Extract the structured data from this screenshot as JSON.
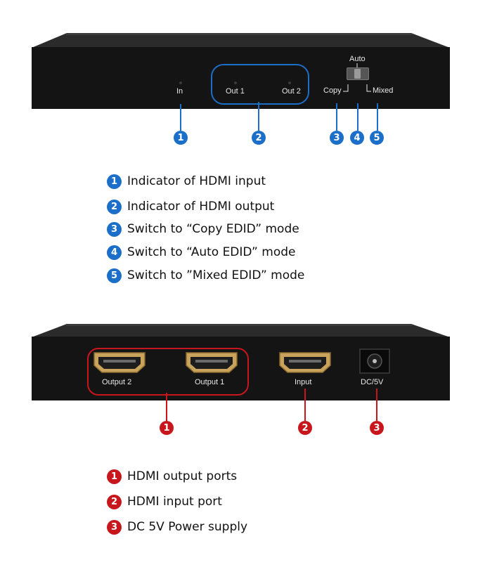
{
  "front_panel": {
    "labels": {
      "in": "In",
      "out1": "Out 1",
      "out2": "Out 2",
      "auto": "Auto",
      "copy": "Copy",
      "mixed": "Mixed"
    },
    "callouts": [
      "1",
      "2",
      "3",
      "4",
      "5"
    ]
  },
  "front_legend": [
    {
      "num": "1",
      "text": "Indicator of HDMI input"
    },
    {
      "num": "2",
      "text": "Indicator of HDMI output"
    },
    {
      "num": "3",
      "text": "Switch to  “Copy EDID”  mode"
    },
    {
      "num": "4",
      "text": "Switch to  “Auto EDID”  mode"
    },
    {
      "num": "5",
      "text": "Switch to  ”Mixed EDID”  mode"
    }
  ],
  "rear_panel": {
    "labels": {
      "output2": "Output 2",
      "output1": "Output 1",
      "input": "Input",
      "dc": "DC/5V"
    },
    "callouts": [
      "1",
      "2",
      "3"
    ]
  },
  "rear_legend": [
    {
      "num": "1",
      "text": "HDMI output ports"
    },
    {
      "num": "2",
      "text": "HDMI input port"
    },
    {
      "num": "3",
      "text": "DC 5V Power supply"
    }
  ],
  "colors": {
    "blue_callout": "#1c6fc9",
    "red_callout": "#c8161d",
    "panel": "#141414"
  }
}
